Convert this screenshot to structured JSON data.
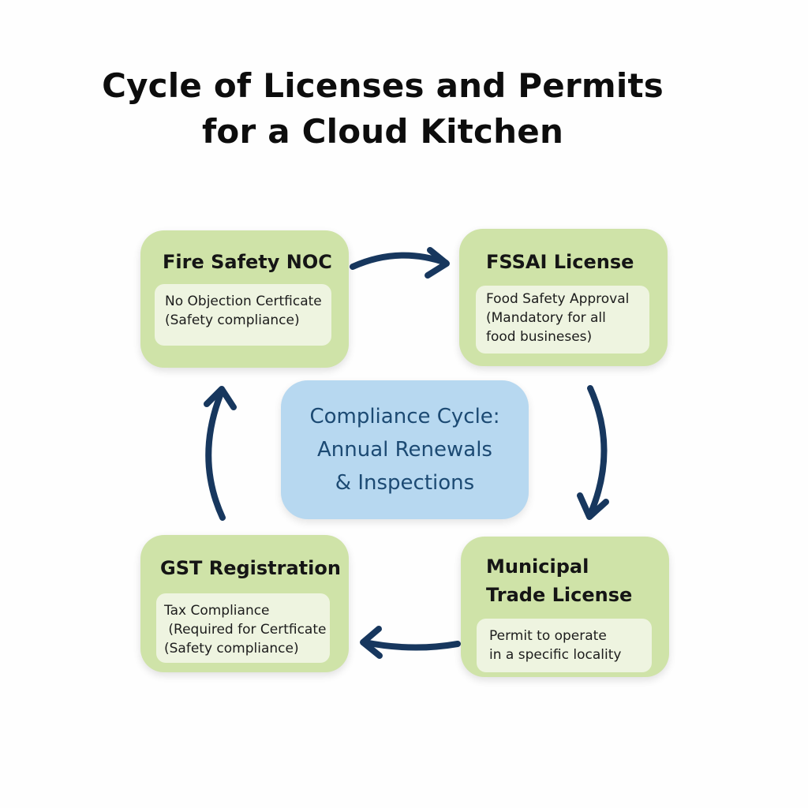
{
  "title": {
    "line1": "Cycle of Licenses and Permits",
    "line2": "for a Cloud Kitchen"
  },
  "center": {
    "lines": [
      "Compliance Cycle:",
      "Annual Renewals",
      "& Inspections"
    ]
  },
  "cards": {
    "fire": {
      "title": "Fire Safety NOC",
      "lines": [
        "No Objection Certficate",
        "(Safety compliance)"
      ]
    },
    "fssai": {
      "title": "FSSAI License",
      "lines": [
        "Food Safety Approval",
        "(Mandatory for all",
        "food busineses)"
      ]
    },
    "municipal": {
      "title_lines": [
        "Municipal",
        "Trade License"
      ],
      "lines": [
        "Permit to operate",
        "in a specific locality"
      ]
    },
    "gst": {
      "title": "GST Registration",
      "lines": [
        "Tax Compliance",
        " (Required for Certficate",
        "(Safety compliance)"
      ]
    }
  },
  "colors": {
    "card_fill": "#cfe3a8",
    "card_inner": "#eef4e0",
    "center_fill": "#b7d8f0",
    "center_text": "#1c4a73",
    "arrow": "#17375e"
  }
}
